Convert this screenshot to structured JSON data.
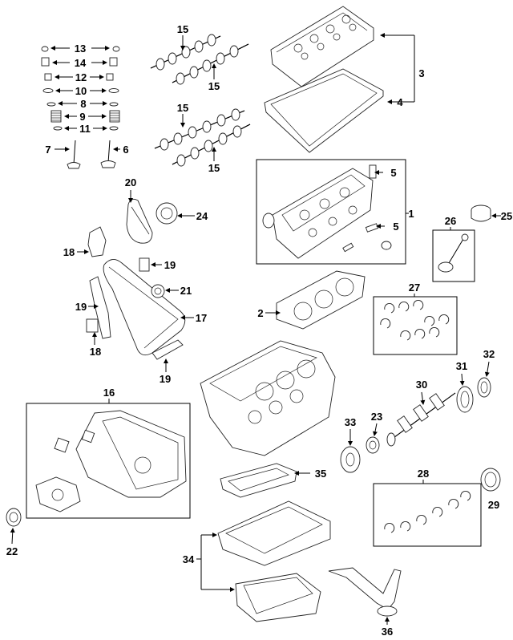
{
  "diagram": {
    "callouts": {
      "c1": "1",
      "c2": "2",
      "c3": "3",
      "c4": "4",
      "c5a": "5",
      "c5b": "5",
      "c6": "6",
      "c7": "7",
      "c8": "8",
      "c9": "9",
      "c10": "10",
      "c11": "11",
      "c12": "12",
      "c13": "13",
      "c14": "14",
      "c15a": "15",
      "c15b": "15",
      "c15c": "15",
      "c15d": "15",
      "c16": "16",
      "c17": "17",
      "c18a": "18",
      "c18b": "18",
      "c19a": "19",
      "c19b": "19",
      "c19c": "19",
      "c20": "20",
      "c21": "21",
      "c22": "22",
      "c23": "23",
      "c24": "24",
      "c25": "25",
      "c26": "26",
      "c27": "27",
      "c28": "28",
      "c29": "29",
      "c30": "30",
      "c31": "31",
      "c32": "32",
      "c33": "33",
      "c34": "34",
      "c35": "35",
      "c36": "36"
    }
  }
}
